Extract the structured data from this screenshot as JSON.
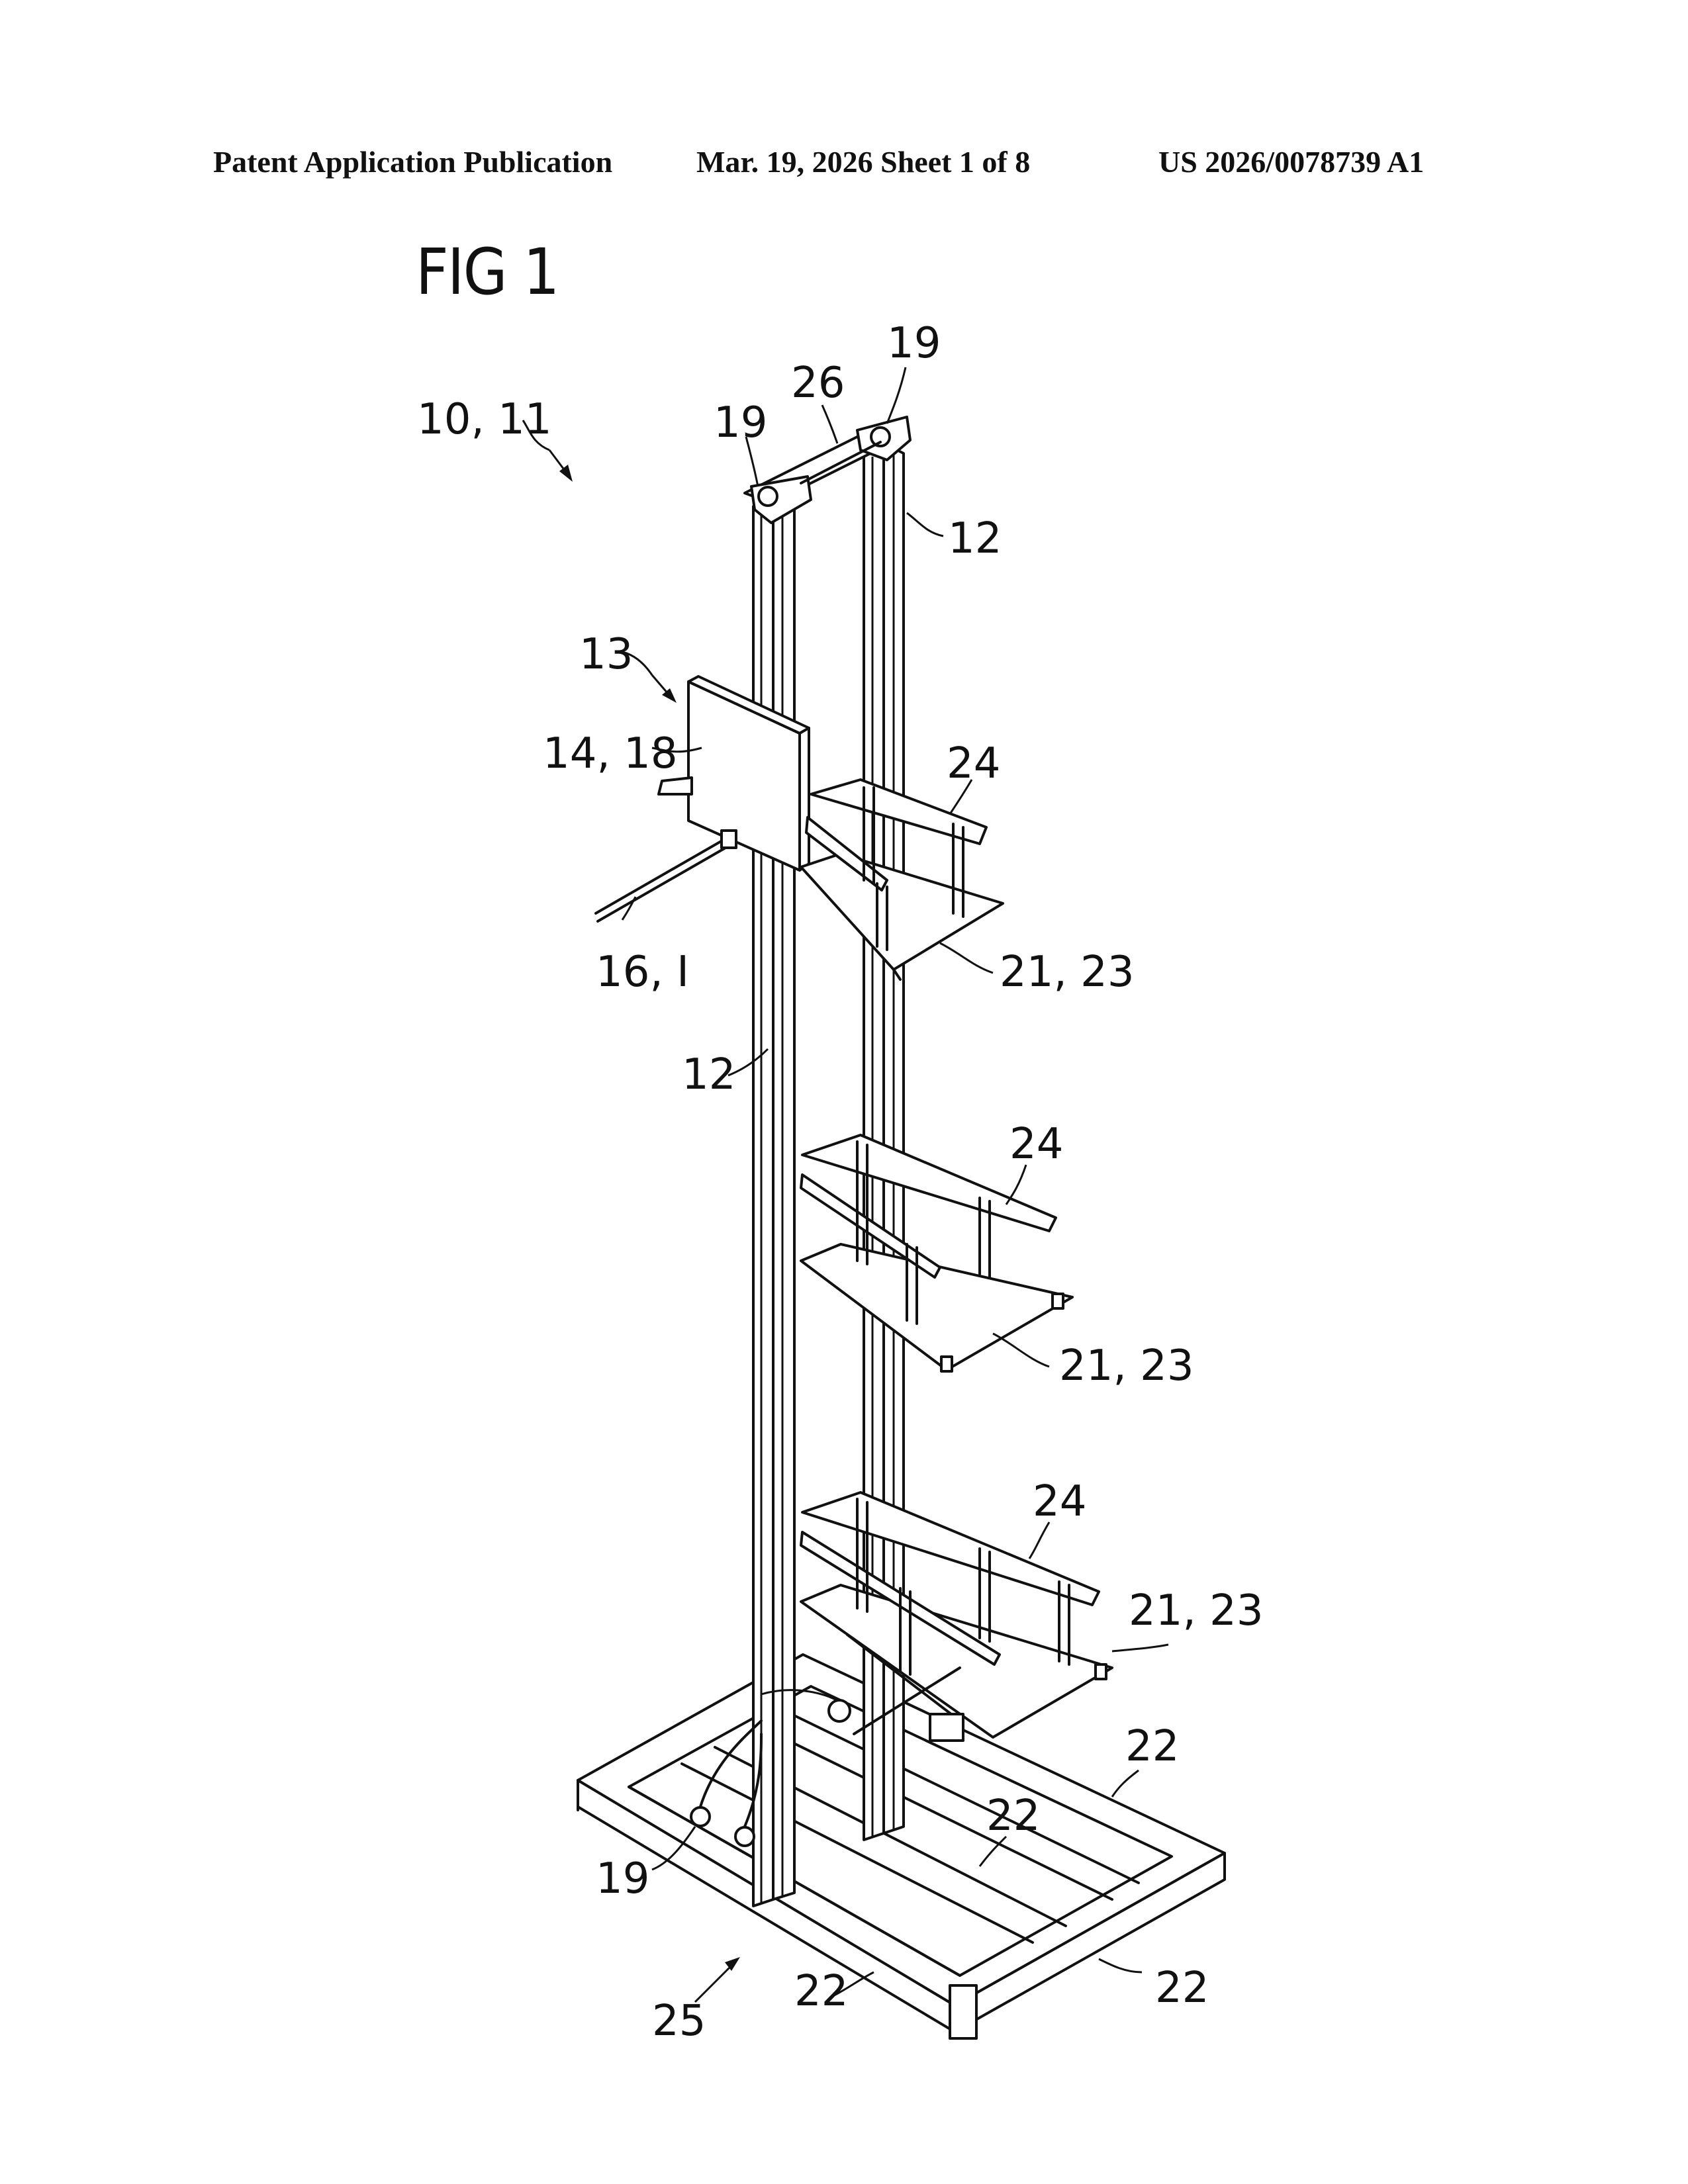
{
  "header": {
    "left": "Patent Application Publication",
    "middle": "Mar. 19, 2026  Sheet 1 of 8",
    "right": "US 2026/0078739 A1"
  },
  "figure": {
    "title": "FIG 1",
    "labels": {
      "ref_10_11": "10, 11",
      "ref_26": "26",
      "ref_19_left": "19",
      "ref_19_right": "19",
      "ref_12_top": "12",
      "ref_13": "13",
      "ref_14_18": "14, 18",
      "ref_24_a": "24",
      "ref_16_i": "16, I",
      "ref_21_23_a": "21, 23",
      "ref_12_mid": "12",
      "ref_24_b": "24",
      "ref_21_23_b": "21, 23",
      "ref_24_c": "24",
      "ref_21_23_c": "21, 23",
      "ref_22_a": "22",
      "ref_22_b": "22",
      "ref_19_bottom": "19",
      "ref_25": "25",
      "ref_22_c": "22",
      "ref_22_d": "22"
    }
  }
}
